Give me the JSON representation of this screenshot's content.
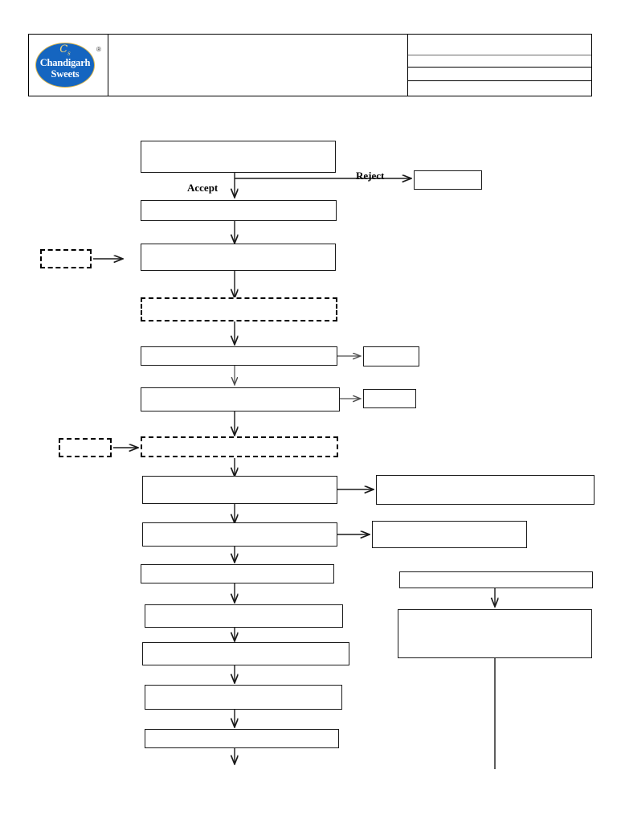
{
  "document": {
    "title": "Chandigarh Sweets Process Flow Chart",
    "background_color": "#ffffff"
  },
  "letterhead": {
    "logo": {
      "brand_line1": "Chandigarh",
      "brand_line2": "Sweets",
      "monogram": "C",
      "monogram_sub": "s",
      "registered_mark": "®",
      "ellipse_color": "#1565C0",
      "ellipse_border_color": "#d9b44a",
      "text_color": "#ffffff",
      "monogram_color": "#f5d77a"
    },
    "title_cell": "",
    "right_rows": [
      "",
      "",
      "",
      ""
    ]
  },
  "flowchart": {
    "edge_labels": [
      {
        "id": "accept",
        "text": "Accept"
      },
      {
        "id": "reject",
        "text": "Reject"
      }
    ],
    "main_column": [
      {
        "id": "step-1",
        "text": "",
        "style": "solid"
      },
      {
        "id": "step-2",
        "text": "",
        "style": "solid"
      },
      {
        "id": "step-3",
        "text": "",
        "style": "solid"
      },
      {
        "id": "step-4",
        "text": "",
        "style": "dashed"
      },
      {
        "id": "step-5",
        "text": "",
        "style": "solid"
      },
      {
        "id": "step-6",
        "text": "",
        "style": "solid"
      },
      {
        "id": "step-7",
        "text": "",
        "style": "dashed"
      },
      {
        "id": "step-8",
        "text": "",
        "style": "solid"
      },
      {
        "id": "step-9",
        "text": "",
        "style": "solid"
      },
      {
        "id": "step-10",
        "text": "",
        "style": "solid"
      },
      {
        "id": "step-11",
        "text": "",
        "style": "solid"
      },
      {
        "id": "step-12",
        "text": "",
        "style": "solid"
      },
      {
        "id": "step-13",
        "text": "",
        "style": "solid"
      },
      {
        "id": "step-14",
        "text": "",
        "style": "solid"
      }
    ],
    "left_inputs": [
      {
        "id": "input-1",
        "text": "",
        "style": "dashed"
      },
      {
        "id": "input-2",
        "text": "",
        "style": "dashed"
      }
    ],
    "right_outputs": [
      {
        "id": "reject-box",
        "text": "",
        "style": "solid"
      },
      {
        "id": "output-1",
        "text": "",
        "style": "solid"
      },
      {
        "id": "output-2",
        "text": "",
        "style": "solid"
      },
      {
        "id": "output-3",
        "text": "",
        "style": "solid"
      },
      {
        "id": "output-4",
        "text": "",
        "style": "solid"
      },
      {
        "id": "branch-head",
        "text": "",
        "style": "solid"
      },
      {
        "id": "branch-body",
        "text": "",
        "style": "solid"
      }
    ]
  }
}
